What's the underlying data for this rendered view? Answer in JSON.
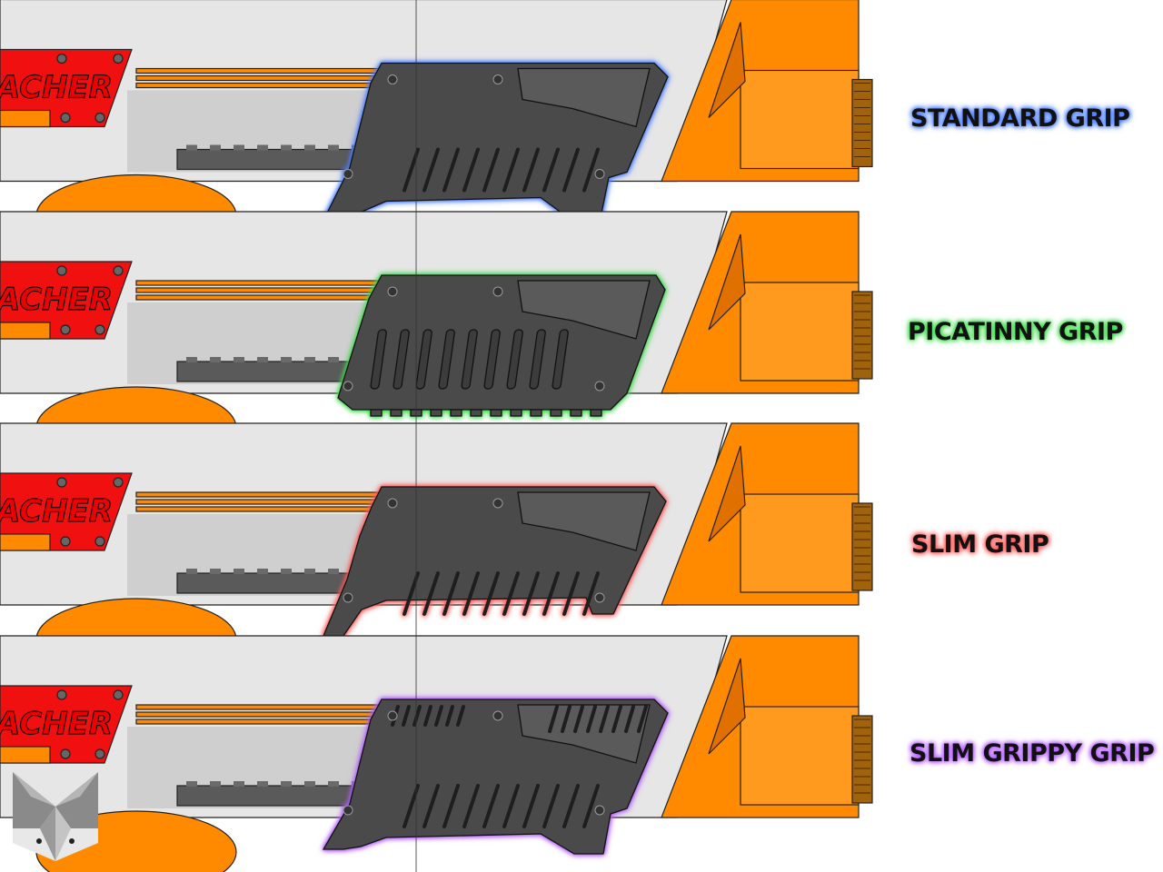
{
  "panel_text": "ACHER",
  "grips": [
    {
      "label": "STANDARD GRIP",
      "type": "standard",
      "glow": "#4a7dff"
    },
    {
      "label": "PICATINNY GRIP",
      "type": "picatinny",
      "glow": "#3ddc4a"
    },
    {
      "label": "SLIM GRIP",
      "type": "slim",
      "glow": "#ff5a5a"
    },
    {
      "label": "SLIM GRIPPY GRIP",
      "type": "slim-grippy",
      "glow": "#b45cff"
    }
  ],
  "colors": {
    "orange": "#ff8a00",
    "red": "#f01010",
    "grip": "#4a4a4a",
    "body": "#e6e6e6"
  }
}
